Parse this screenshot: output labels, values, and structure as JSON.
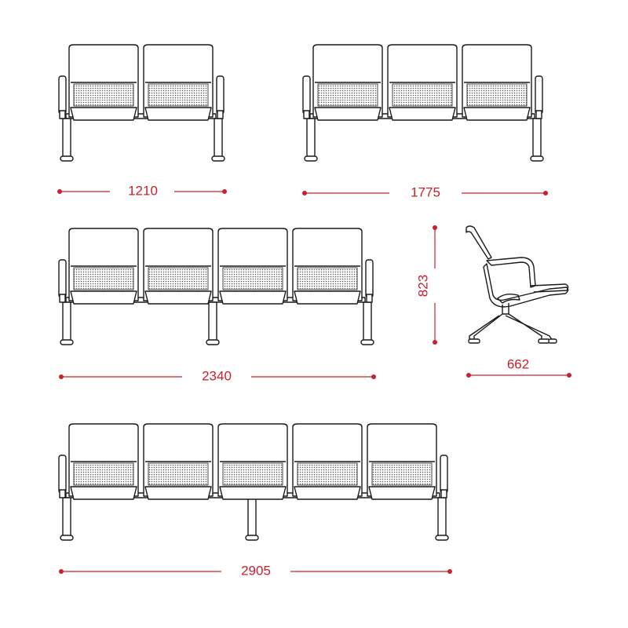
{
  "colors": {
    "dimension": "#c8202c",
    "outline": "#1a1a1a",
    "background": "#ffffff"
  },
  "benches": [
    {
      "seats": 2,
      "middle_legs": 0,
      "width_label": "1210"
    },
    {
      "seats": 3,
      "middle_legs": 0,
      "width_label": "1775"
    },
    {
      "seats": 4,
      "middle_legs": 1,
      "width_label": "2340"
    },
    {
      "seats": 5,
      "middle_legs": 1,
      "width_label": "2905"
    }
  ],
  "side_view": {
    "height_label": "823",
    "depth_label": "662"
  }
}
